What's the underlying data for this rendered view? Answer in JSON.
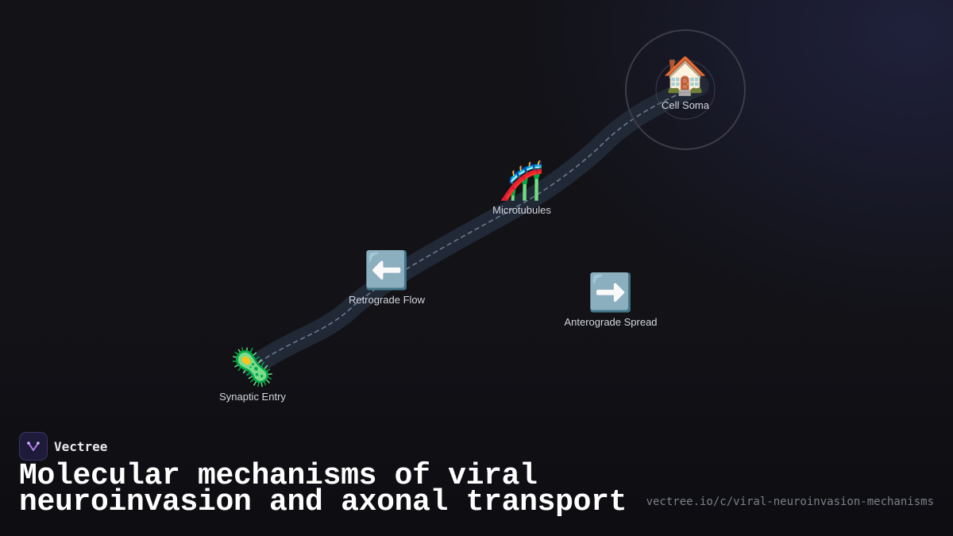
{
  "diagram": {
    "nodes": [
      {
        "id": "synaptic-entry",
        "label": "Synaptic Entry",
        "icon": "microbe-icon",
        "glyph": "🦠"
      },
      {
        "id": "retrograde-flow",
        "label": "Retrograde Flow",
        "icon": "left-arrow-icon",
        "glyph": "⬅️"
      },
      {
        "id": "microtubules",
        "label": "Microtubules",
        "icon": "roller-coaster-icon",
        "glyph": "🎢"
      },
      {
        "id": "anterograde-spread",
        "label": "Anterograde Spread",
        "icon": "right-arrow-icon",
        "glyph": "➡️"
      },
      {
        "id": "cell-soma",
        "label": "Cell Soma",
        "icon": "house-icon",
        "glyph": "🏠"
      }
    ],
    "path": [
      "synaptic-entry",
      "retrograde-flow",
      "microtubules",
      "cell-soma"
    ]
  },
  "brand": {
    "name": "Vectree",
    "icon": "vectree-logo-icon"
  },
  "title": "Molecular mechanisms of viral neuroinvasion and axonal transport",
  "url": "vectree.io/c/viral-neuroinvasion-mechanisms",
  "colors": {
    "background": "#121217",
    "path": "#232a38",
    "dash": "#6b7a8f",
    "ring": "#3c3d48",
    "text": "#d4d6de",
    "accent": "#b47cf0"
  }
}
